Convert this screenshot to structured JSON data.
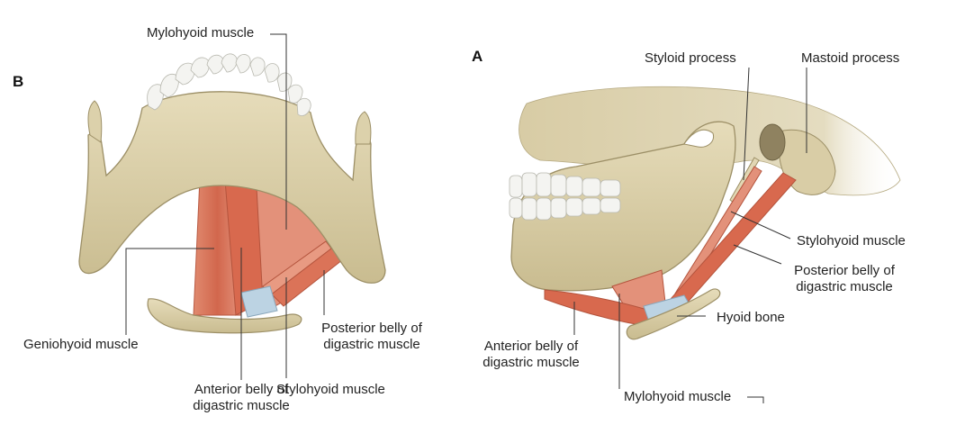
{
  "panels": {
    "a": "A",
    "b": "B"
  },
  "labels": {
    "b_mylohyoid": "Mylohyoid muscle",
    "b_geniohyoid": "Geniohyoid muscle",
    "b_anterior_1": "Anterior belly of",
    "b_anterior_2": "digastric muscle",
    "b_stylohyoid": "Stylohyoid muscle",
    "b_posterior_1": "Posterior belly of",
    "b_posterior_2": "digastric muscle",
    "a_styloid": "Styloid process",
    "a_mastoid": "Mastoid process",
    "a_stylohyoid": "Stylohyoid muscle",
    "a_posterior_1": "Posterior belly of",
    "a_posterior_2": "digastric muscle",
    "a_hyoid": "Hyoid bone",
    "a_anterior_1": "Anterior belly of",
    "a_anterior_2": "digastric muscle",
    "a_mylohyoid": "Mylohyoid muscle"
  },
  "colors": {
    "bone": "#dcd1ab",
    "bone_edge": "#9c8f66",
    "tooth": "#f4f4f1",
    "muscle": "#d9745a",
    "muscle_light": "#e89a82",
    "tendon": "#bcd3e3",
    "leader": "#333333"
  }
}
